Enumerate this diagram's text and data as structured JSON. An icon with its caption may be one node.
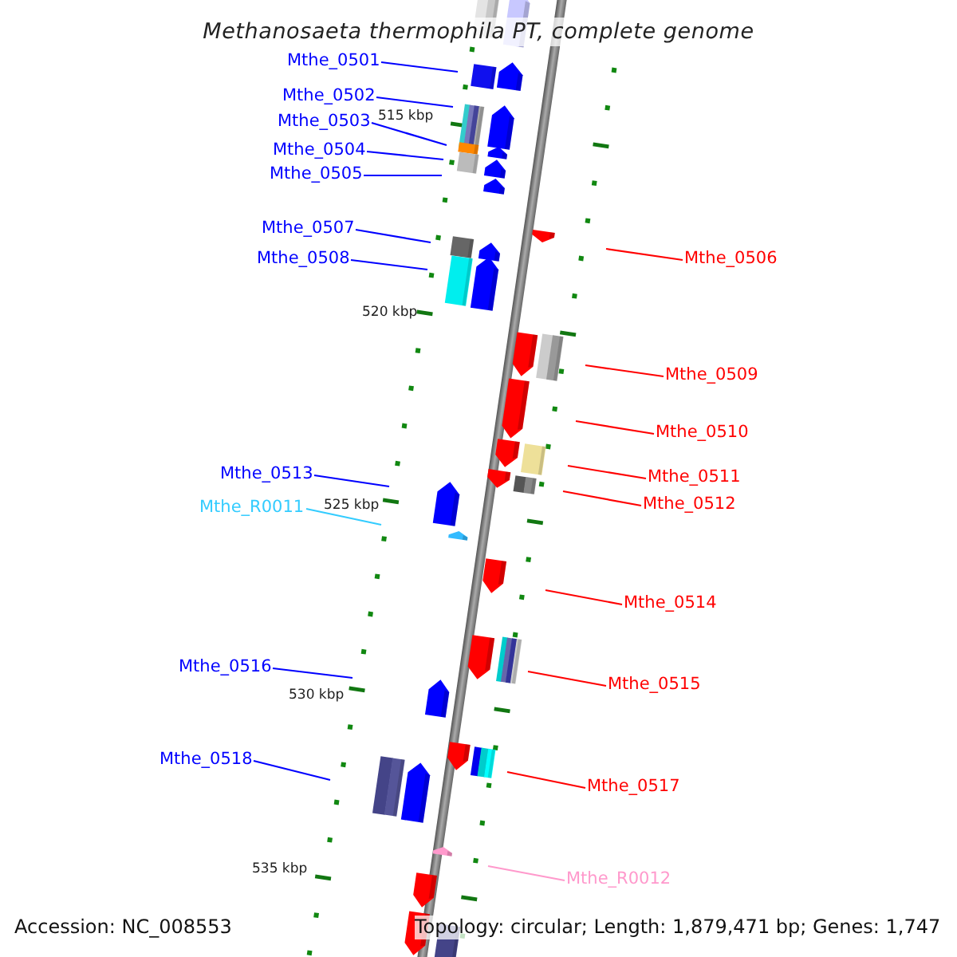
{
  "diagram": {
    "title": "Methanosaeta thermophila PT, complete genome",
    "nodes": [
      {
        "text": [
          "Mthe_0501"
        ]
      },
      {
        "text": [
          "Mthe_0502"
        ]
      },
      {
        "text": [
          "Mthe_0503"
        ]
      },
      {
        "text": [
          "Mthe_0504"
        ]
      },
      {
        "text": [
          "Mthe_0505"
        ]
      },
      {
        "text": [
          "Mthe_0507"
        ]
      },
      {
        "text": [
          "Mthe_0508"
        ]
      },
      {
        "text": [
          "Mthe_0506"
        ]
      },
      {
        "text": [
          "Mthe_0509"
        ]
      },
      {
        "text": [
          "Mthe_0510"
        ]
      },
      {
        "text": [
          "Mthe_0513"
        ]
      },
      {
        "text": [
          "Mthe_0511"
        ]
      },
      {
        "text": [
          "Mthe_0512"
        ]
      },
      {
        "text": [
          "Mthe_R0011"
        ]
      },
      {
        "text": [
          "Mthe_0514"
        ]
      },
      {
        "text": [
          "Mthe_0516"
        ]
      },
      {
        "text": [
          "Mthe_0515"
        ]
      },
      {
        "text": [
          "Mthe_0518"
        ]
      },
      {
        "text": [
          "Mthe_0517"
        ]
      },
      {
        "text": [
          "Mthe_R0012"
        ]
      }
    ],
    "edges": [
      {
        "from": 0,
        "to": null,
        "arrow": "none"
      },
      {
        "from": 1,
        "to": null,
        "arrow": "none"
      },
      {
        "from": 2,
        "to": null,
        "arrow": "none"
      },
      {
        "from": 3,
        "to": null,
        "arrow": "none"
      },
      {
        "from": 4,
        "to": null,
        "arrow": "none"
      },
      {
        "from": 5,
        "to": null,
        "arrow": "none"
      },
      {
        "from": 6,
        "to": null,
        "arrow": "none"
      },
      {
        "from": 7,
        "to": null,
        "arrow": "none",
        "color": "#ff0000"
      },
      {
        "from": 8,
        "to": null,
        "arrow": "none",
        "color": "#ff0000"
      },
      {
        "from": 9,
        "to": null,
        "arrow": "none",
        "color": "#ff0000"
      },
      {
        "from": 10,
        "to": null,
        "arrow": "none"
      },
      {
        "from": 11,
        "to": null,
        "arrow": "none",
        "color": "#ff0000"
      },
      {
        "from": 12,
        "to": null,
        "arrow": "none",
        "color": "#ff0000"
      },
      {
        "from": 13,
        "to": null,
        "arrow": "none",
        "color": "#33ccff"
      },
      {
        "from": 14,
        "to": null,
        "arrow": "none",
        "color": "#ff0000"
      },
      {
        "from": 15,
        "to": null,
        "arrow": "none"
      },
      {
        "from": 16,
        "to": null,
        "arrow": "none",
        "color": "#ff0000"
      },
      {
        "from": 17,
        "to": null,
        "arrow": "none"
      },
      {
        "from": 18,
        "to": null,
        "arrow": "none",
        "color": "#ff0000"
      },
      {
        "from": 19,
        "to": null,
        "arrow": "none",
        "color": "#ff99cc"
      }
    ],
    "labels": [
      "515 kbp",
      "520 kbp",
      "525 kbp",
      "530 kbp",
      "535 kbp",
      "Accession: NC_008553",
      "Topology: circular; Length: 1,879,471 bp; Genes: 1,747"
    ]
  }
}
